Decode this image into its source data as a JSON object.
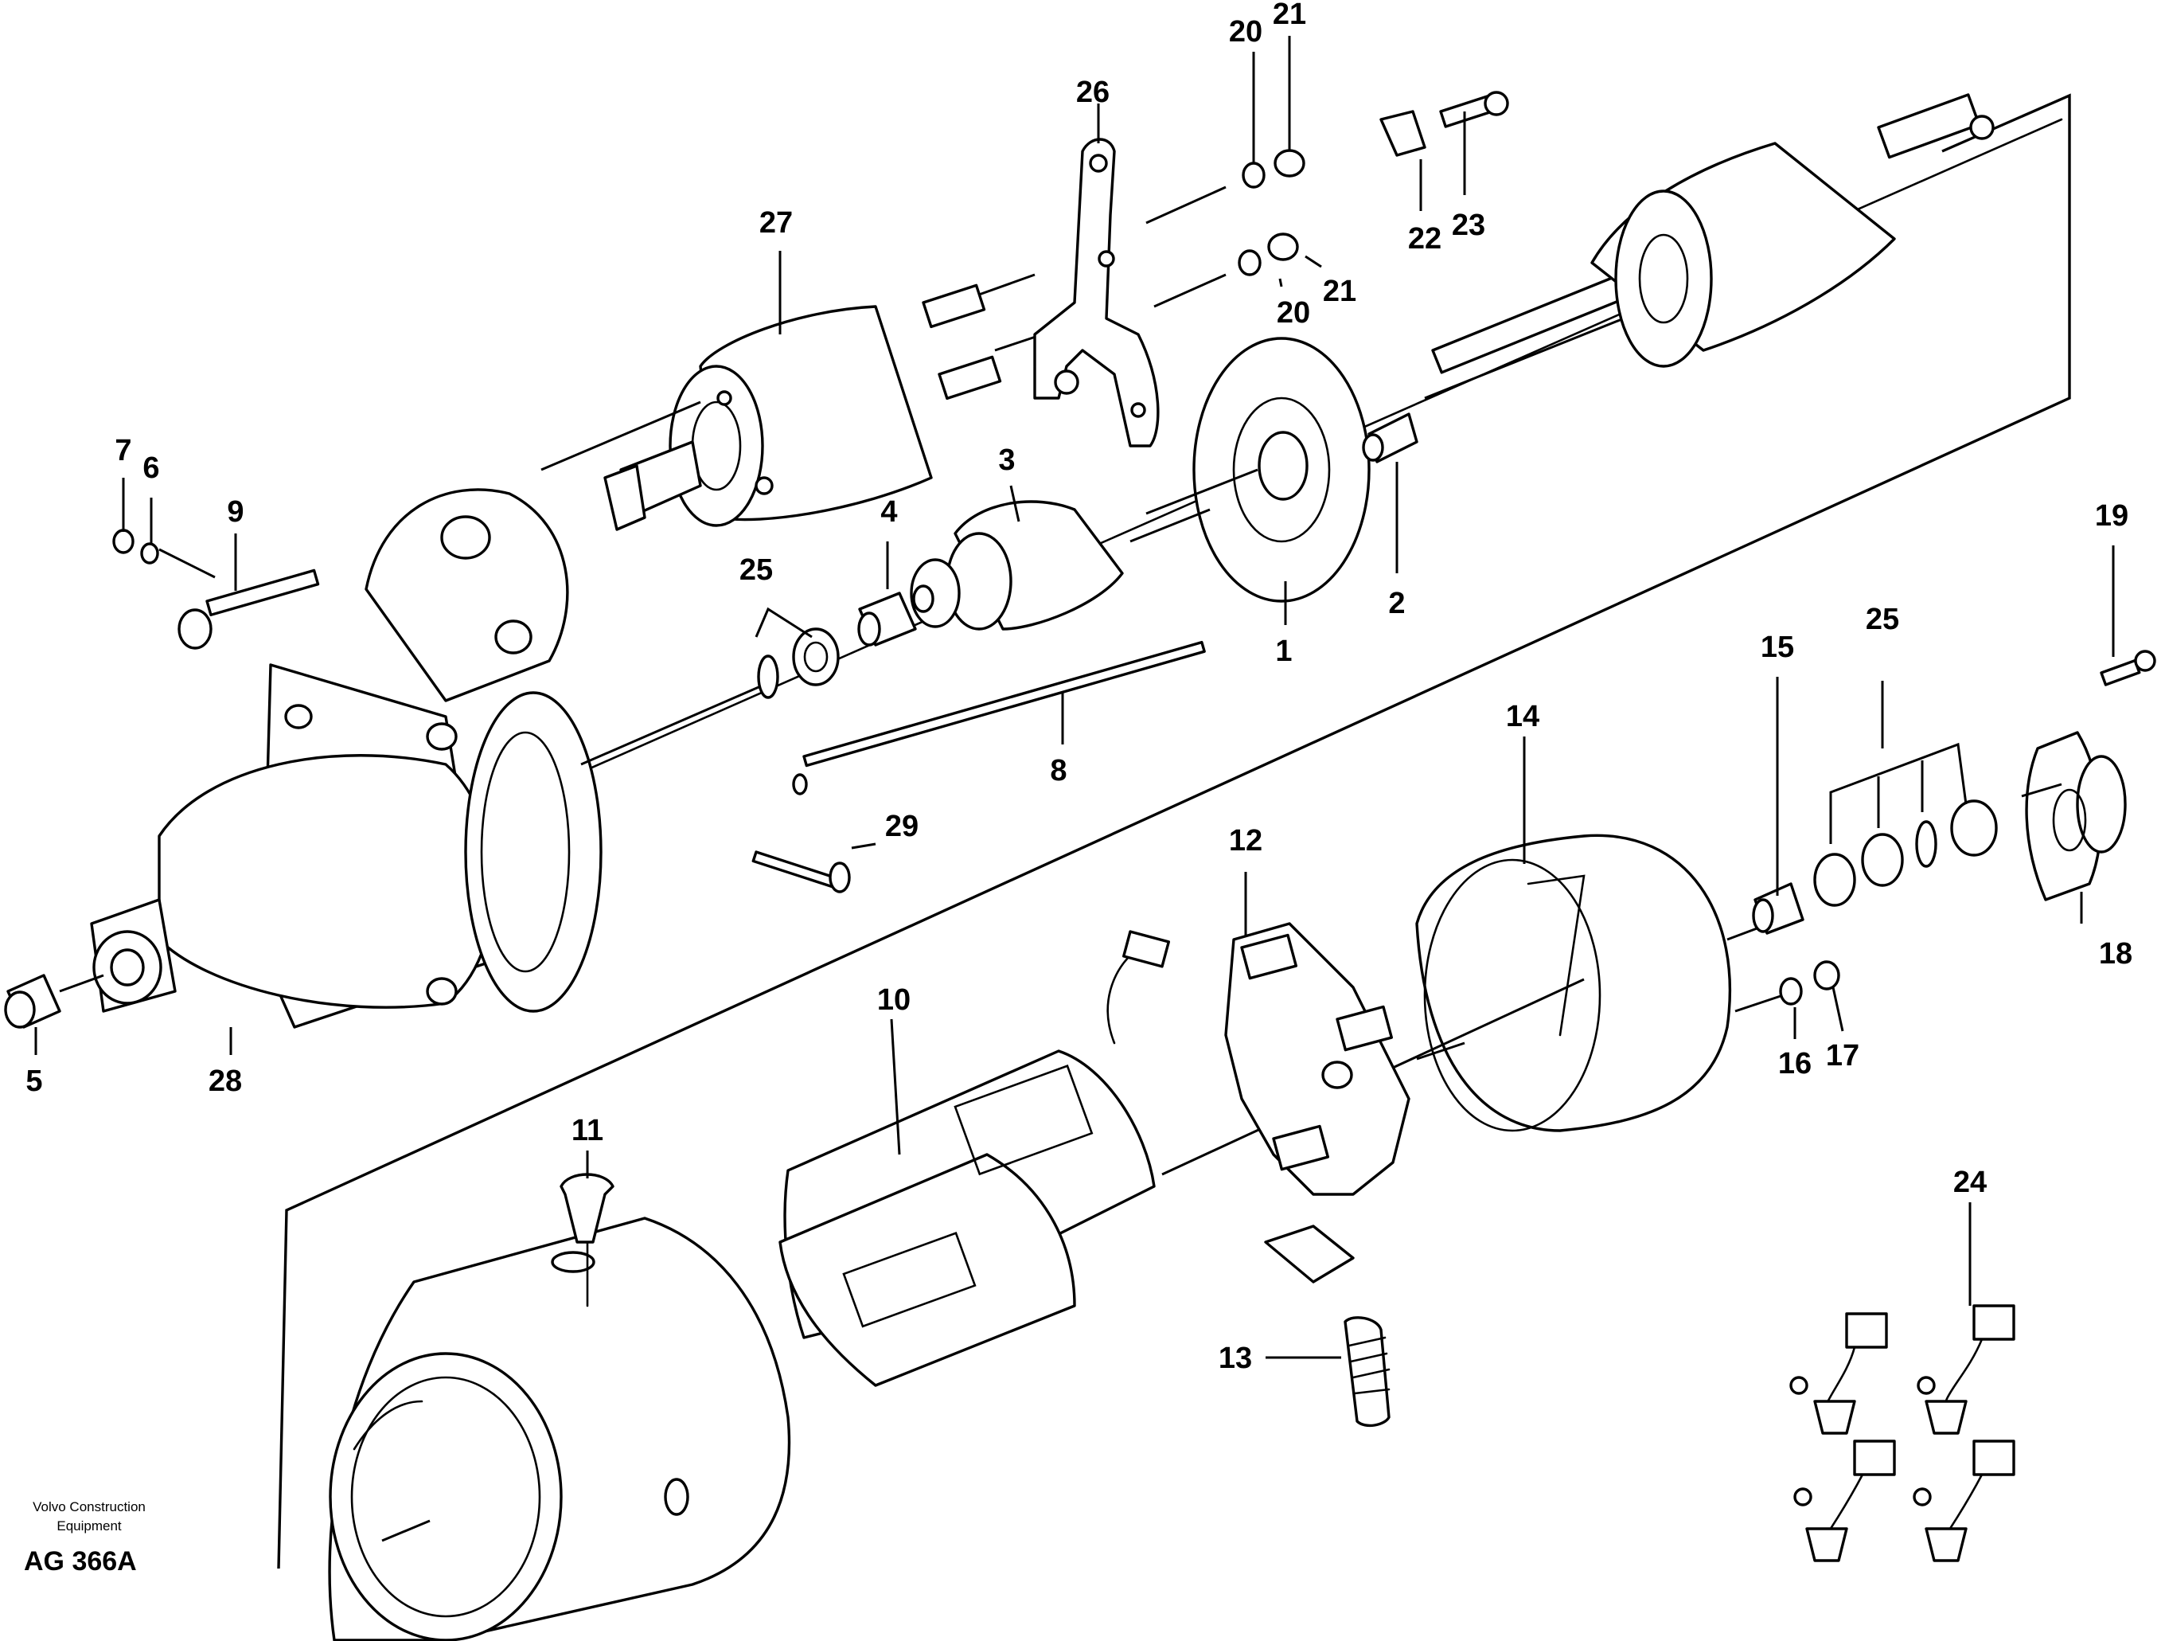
{
  "diagram": {
    "labels": {
      "l1": "1",
      "l2": "2",
      "l3": "3",
      "l4": "4",
      "l5": "5",
      "l6": "6",
      "l7": "7",
      "l8": "8",
      "l9": "9",
      "l10": "10",
      "l11": "11",
      "l12": "12",
      "l13": "13",
      "l14": "14",
      "l15": "15",
      "l16": "16",
      "l17": "17",
      "l18": "18",
      "l19": "19",
      "l20a": "20",
      "l20b": "20",
      "l21a": "21",
      "l21b": "21",
      "l22": "22",
      "l23": "23",
      "l24": "24",
      "l25a": "25",
      "l25b": "25",
      "l26": "26",
      "l27": "27",
      "l28": "28",
      "l29": "29"
    },
    "footer": {
      "brand_line1": "Volvo Construction",
      "brand_line2": "Equipment",
      "code": "AG 366A"
    }
  }
}
